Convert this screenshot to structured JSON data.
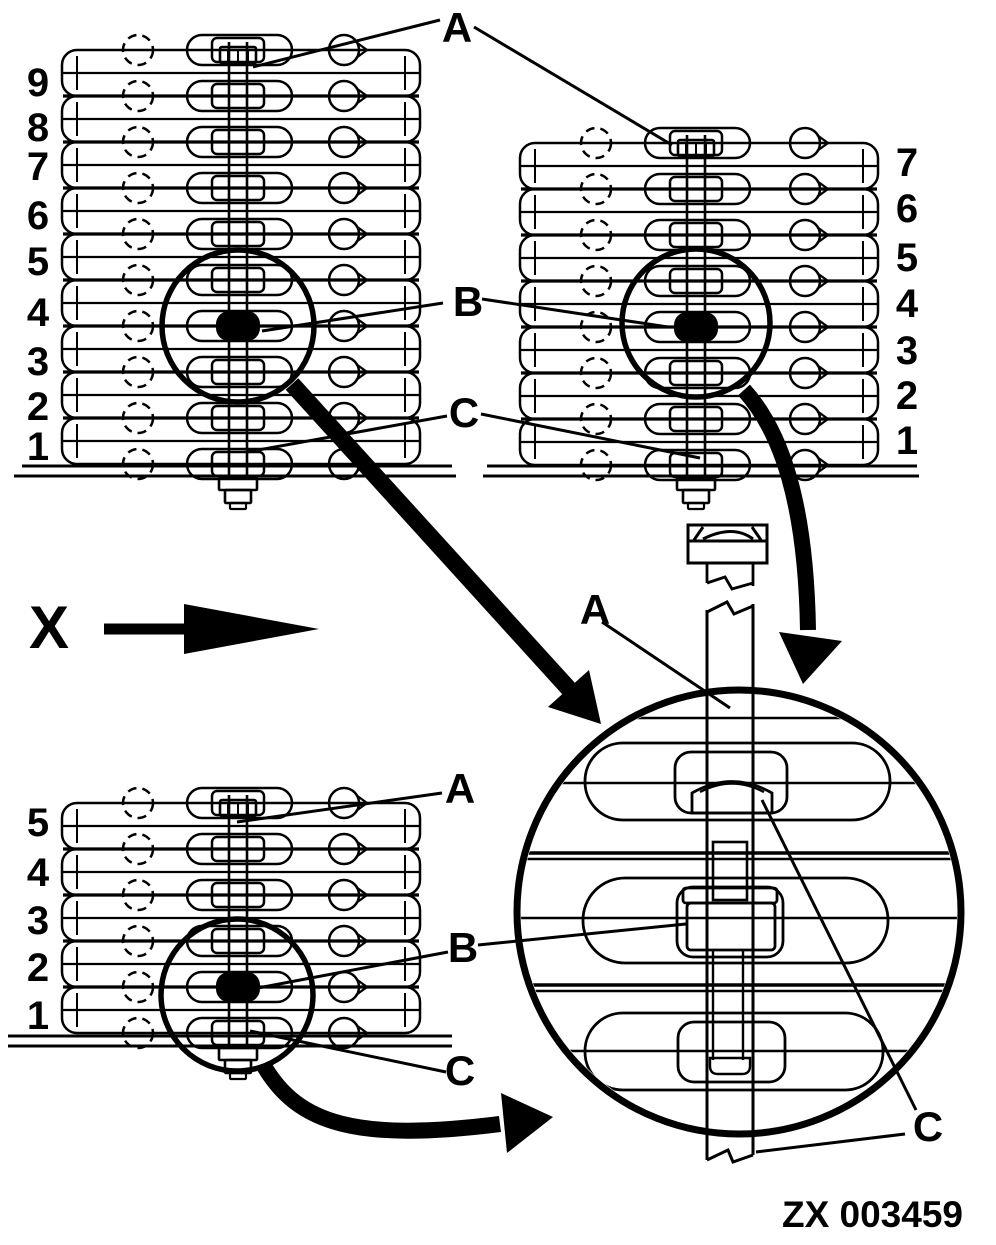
{
  "figure_code": "ZX 003459",
  "direction_label": "X",
  "callouts": {
    "upper": {
      "a": "A",
      "b": "B",
      "c": "C"
    },
    "lower": {
      "a": "A",
      "b": "B",
      "c": "C"
    },
    "detail": {
      "a": "A",
      "c": "C"
    }
  },
  "stacks": {
    "top_left": {
      "leaf_numbers": [
        "9",
        "8",
        "7",
        "6",
        "5",
        "4",
        "3",
        "2",
        "1"
      ]
    },
    "top_right": {
      "leaf_numbers": [
        "7",
        "6",
        "5",
        "4",
        "3",
        "2",
        "1"
      ]
    },
    "bottom_left": {
      "leaf_numbers": [
        "5",
        "4",
        "3",
        "2",
        "1"
      ]
    }
  },
  "colors": {
    "ink": "#000000",
    "paper": "#ffffff"
  }
}
